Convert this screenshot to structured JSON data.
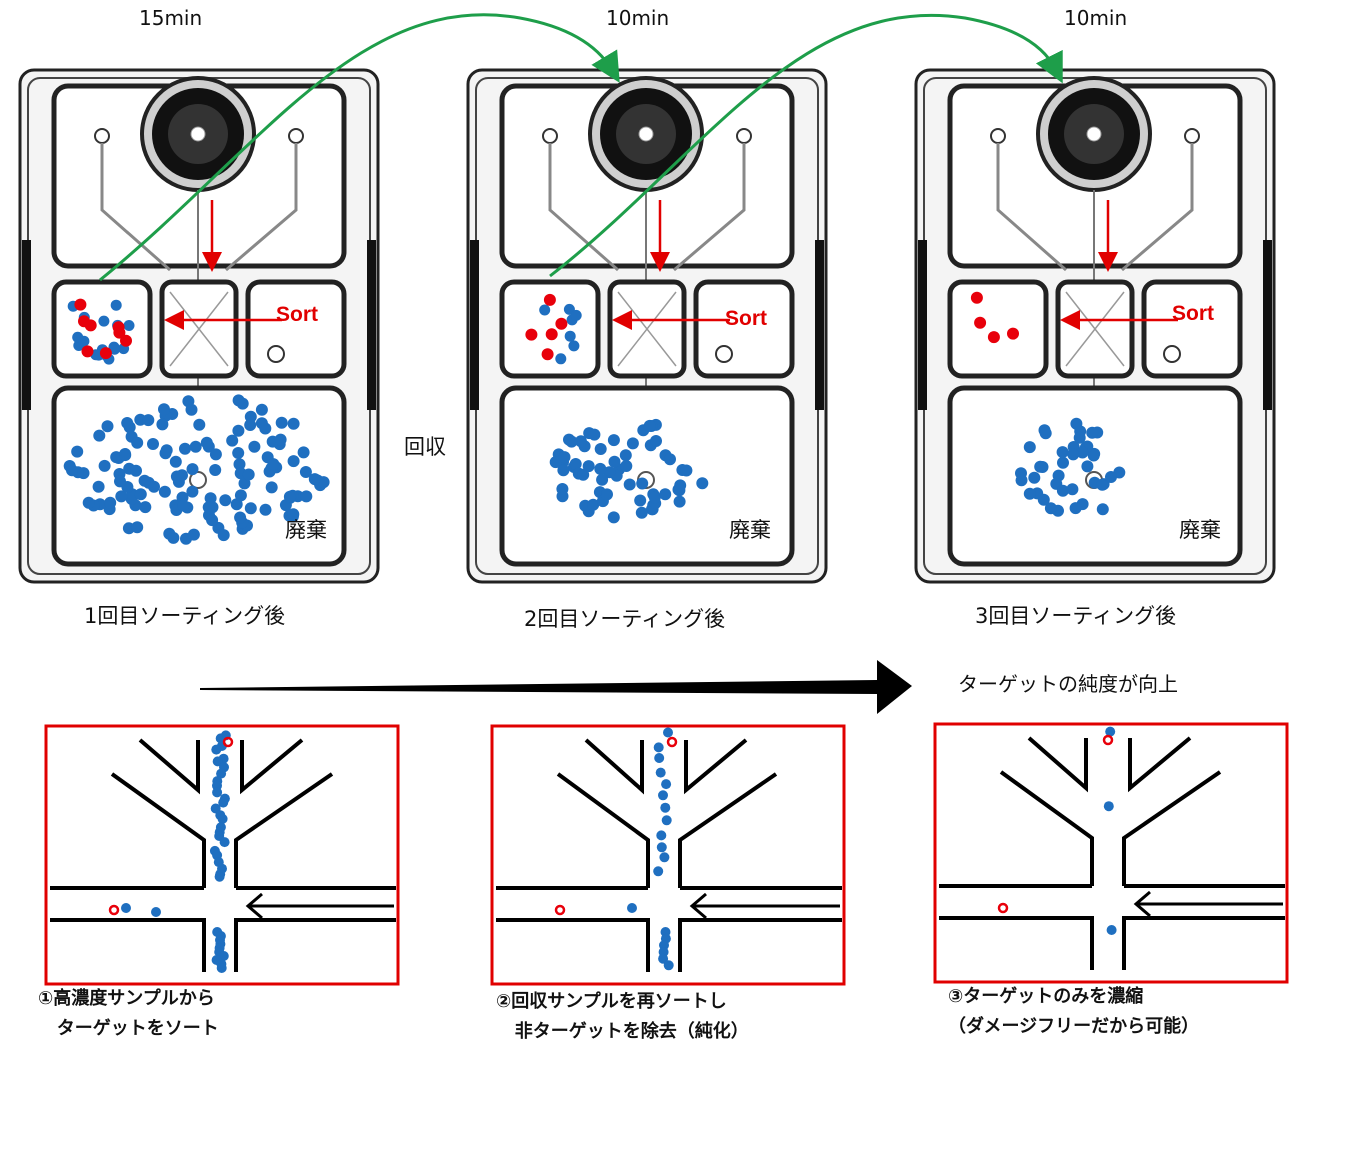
{
  "cartridges": [
    {
      "time": "15min",
      "sort_label": "Sort",
      "waste_label": "廃棄",
      "caption": "1回目ソーティング後"
    },
    {
      "time": "10min",
      "sort_label": "Sort",
      "waste_label": "廃棄",
      "caption": "2回目ソーティング後"
    },
    {
      "time": "10min",
      "sort_label": "Sort",
      "waste_label": "廃棄",
      "caption": "3回目ソーティング後"
    }
  ],
  "recover_label": "回収",
  "trend_label": "ターゲットの純度が向上",
  "steps": [
    {
      "text": "①高濃度サンプルから\n   ターゲットをソート"
    },
    {
      "text": "②回収サンプルを再ソートし\n   非ターゲットを除去（純化）"
    },
    {
      "text": "③ターゲットのみを濃縮\n（ダメージフリーだから可能）"
    }
  ],
  "colors": {
    "target": "#e8000b",
    "non_target": "#1f6fc0",
    "flow_arrow": "#1e9e4a",
    "panel_border": "#e00000"
  }
}
